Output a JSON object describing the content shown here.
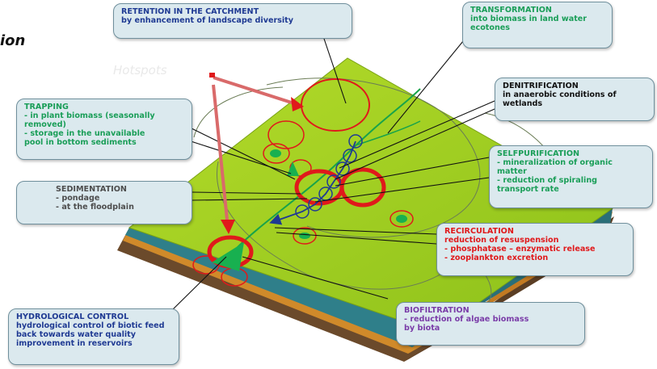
{
  "corner_title": "ion",
  "ghost_text": "Hotspots",
  "callouts": {
    "retention": {
      "title": "RETENTION IN THE CATCHMENT",
      "lines": [
        "by enhancement of landscape diversity"
      ]
    },
    "transformation": {
      "title": "TRANSFORMATION",
      "lines": [
        "into biomass in land water",
        "ecotones"
      ]
    },
    "denitrification": {
      "title": "DENITRIFICATION",
      "lines": [
        "in anaerobic conditions of",
        "wetlands"
      ]
    },
    "trapping": {
      "title": "TRAPPING",
      "lines": [
        "- in plant biomass (seasonally",
        "removed)",
        "- storage in the unavailable",
        "pool in bottom sediments"
      ]
    },
    "selfpurification": {
      "title": "SELFPURIFICATION",
      "lines": [
        "- mineralization of organic",
        "matter",
        "- reduction of spiraling",
        "transport rate"
      ]
    },
    "sedimentation": {
      "title": "SEDIMENTATION",
      "lines": [
        "- pondage",
        "- at the floodplain"
      ]
    },
    "recirculation": {
      "title": "RECIRCULATION",
      "lines": [
        "reduction of resuspension",
        "- phosphatase – enzymatic release",
        "- zooplankton excretion"
      ]
    },
    "hydrological": {
      "title": "HYDROLOGICAL CONTROL",
      "lines": [
        "hydrological control of biotic feed",
        "back towards water quality",
        "improvement in reservoirs"
      ]
    },
    "biofiltration": {
      "title": "BIOFILTRATION",
      "lines": [
        "- reduction of algae biomass",
        "by biota"
      ]
    }
  },
  "colors": {
    "navy": "#1f3a93",
    "green": "#1a9e58",
    "red": "#e0191b",
    "purple": "#7a3ca8",
    "terrain": "#9ccc1a",
    "callout_bg": "#dbe9ee"
  }
}
